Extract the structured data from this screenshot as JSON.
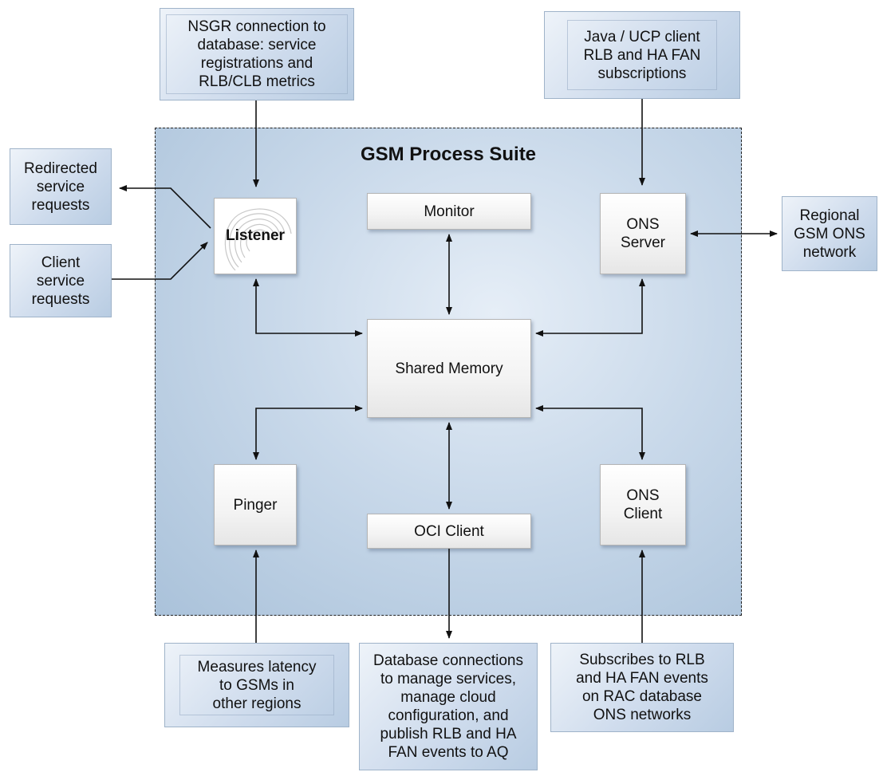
{
  "suite": {
    "title": "GSM Process Suite"
  },
  "components": {
    "monitor": "Monitor",
    "listener": "Listener",
    "ons_server": "ONS\nServer",
    "shared_memory": "Shared Memory",
    "pinger": "Pinger",
    "oci_client": "OCI Client",
    "ons_client": "ONS\nClient"
  },
  "external": {
    "nsgr": "NSGR connection to\ndatabase: service\nregistrations and\nRLB/CLB metrics",
    "java_ucp": "Java / UCP client\nRLB and HA FAN\nsubscriptions",
    "redirected": "Redirected\nservice\nrequests",
    "client_requests": "Client\nservice\nrequests",
    "regional_ons": "Regional\nGSM ONS\nnetwork",
    "measures_latency": "Measures latency\nto GSMs in\nother regions",
    "db_connections": "Database connections\nto manage services,\nmanage cloud\nconfiguration, and\npublish RLB and HA\nFAN events to AQ",
    "subscribes": "Subscribes to RLB\nand HA FAN events\non RAC database\nONS networks"
  }
}
